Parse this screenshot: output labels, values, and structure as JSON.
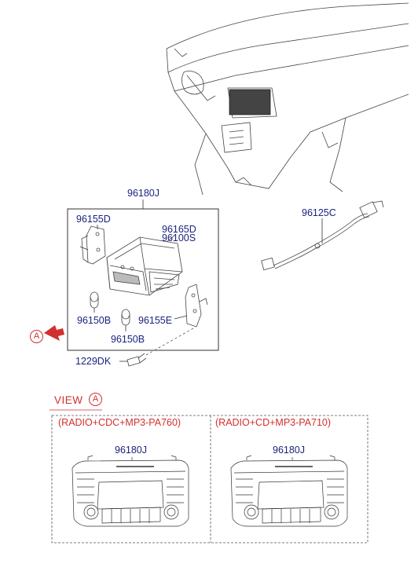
{
  "parts": {
    "assembly": "96180J",
    "bracket_left": "96155D",
    "bracket_right": "96155E",
    "deck": "96165D",
    "unit": "96100S",
    "knob_a": "96150B",
    "knob_b": "96150B",
    "cable": "96125C",
    "screw": "1229DK"
  },
  "view": {
    "prefix": "VIEW",
    "arrow_marker": "A",
    "view_marker": "A"
  },
  "configs": [
    {
      "title": "(RADIO+CDC+MP3-PA760)",
      "part": "96180J"
    },
    {
      "title": "(RADIO+CD+MP3-PA710)",
      "part": "96180J"
    }
  ],
  "colors": {
    "label": "#1a237e",
    "callout": "#d32f2f",
    "line": "#333333"
  }
}
